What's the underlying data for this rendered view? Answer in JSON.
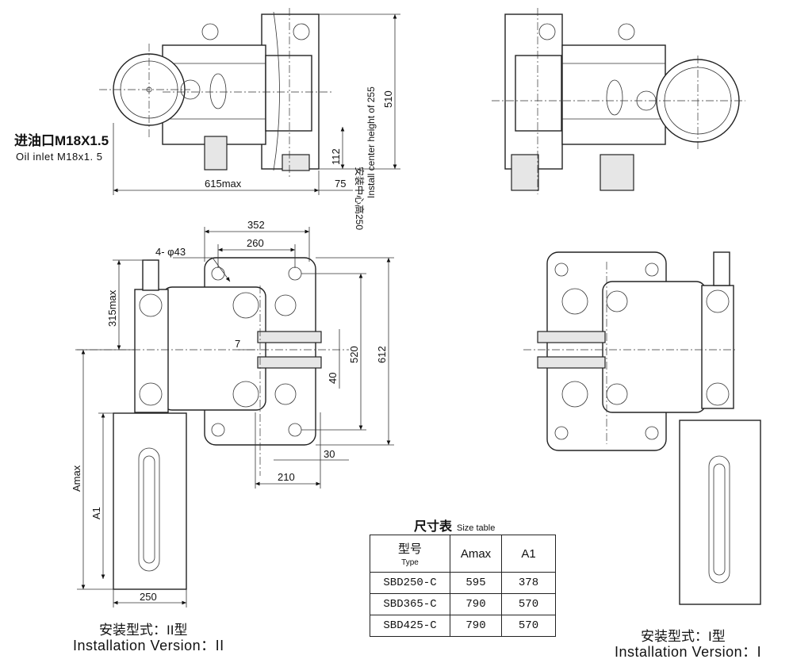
{
  "dimensions_top": {
    "d615": "615max",
    "d75": "75",
    "d112": "112",
    "d510": "510",
    "center_cn": "安装中心高250",
    "center_en": "Install center height of 255"
  },
  "oil_inlet": {
    "cn": "进油口M18X1.5",
    "en": "Oil inlet M18x1. 5"
  },
  "dimensions_main": {
    "d352": "352",
    "d260": "260",
    "holes": "4- φ43",
    "d315": "315max",
    "d7": "7",
    "d520": "520",
    "d612": "612",
    "d40": "40",
    "d30": "30",
    "d210": "210",
    "amax": "Amax",
    "a1": "A1",
    "d250": "250"
  },
  "size_table": {
    "title_cn": "尺寸表",
    "title_en": "Size table",
    "headers": {
      "type_cn": "型号",
      "type_en": "Type",
      "amax": "Amax",
      "a1": "A1"
    },
    "rows": [
      {
        "type": "SBD250-C",
        "amax": "595",
        "a1": "378"
      },
      {
        "type": "SBD365-C",
        "amax": "790",
        "a1": "570"
      },
      {
        "type": "SBD425-C",
        "amax": "790",
        "a1": "570"
      }
    ]
  },
  "version_ii": {
    "cn": "安装型式：II型",
    "en": "Installation Version：II"
  },
  "version_i": {
    "cn": "安装型式：I型",
    "en": "Installation Version：I"
  }
}
